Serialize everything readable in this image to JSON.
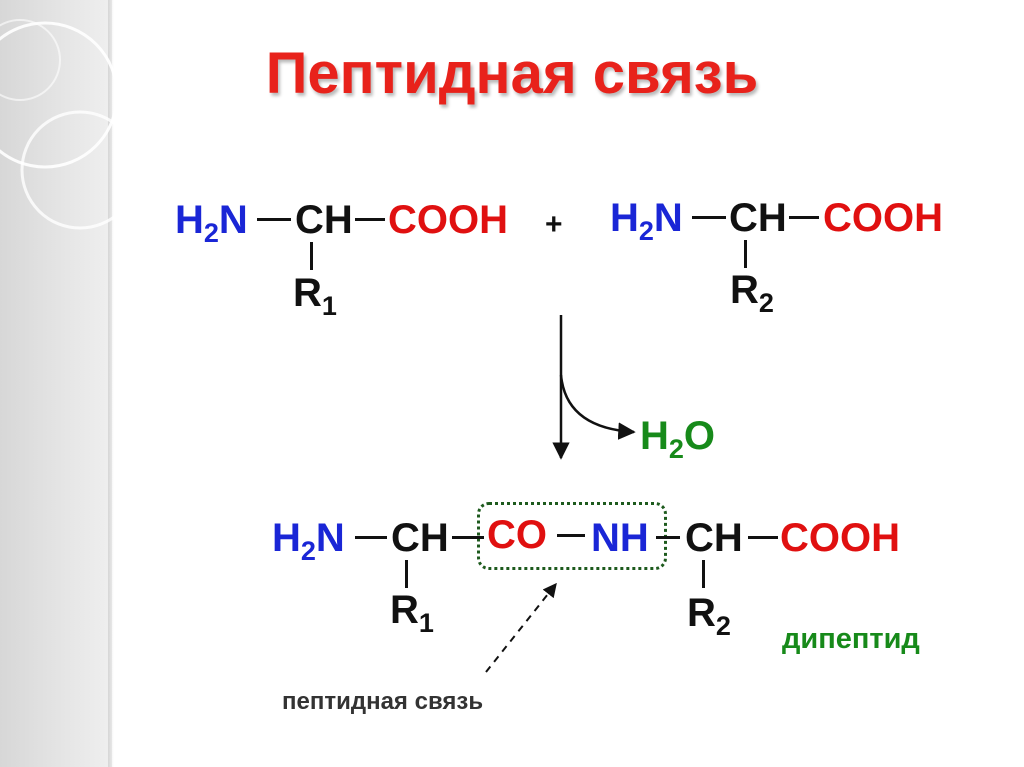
{
  "title": "Пептидная связь",
  "reactant1": {
    "amine": "H",
    "amine_sub": "2",
    "amine_n": "N",
    "ch": "CH",
    "cooh": "COOH",
    "r": "R",
    "r_sub": "1"
  },
  "plus": "+",
  "reactant2": {
    "amine": "H",
    "amine_sub": "2",
    "amine_n": "N",
    "ch": "CH",
    "cooh": "COOH",
    "r": "R",
    "r_sub": "2"
  },
  "water": {
    "h": "H",
    "sub": "2",
    "o": "O"
  },
  "product": {
    "amine": "H",
    "amine_sub": "2",
    "amine_n": "N",
    "ch1": "CH",
    "co": "CO",
    "nh": "NH",
    "ch2": "CH",
    "cooh": "COOH",
    "r1": "R",
    "r1_sub": "1",
    "r2": "R",
    "r2_sub": "2"
  },
  "labels": {
    "peptide_bond": "пептидная связь",
    "dipeptide": "дипептид"
  },
  "colors": {
    "title": "#e8221b",
    "amine": "#1a26d6",
    "carboxyl": "#e01010",
    "water": "#178a1a",
    "bond_box": "#1d5a1d"
  }
}
